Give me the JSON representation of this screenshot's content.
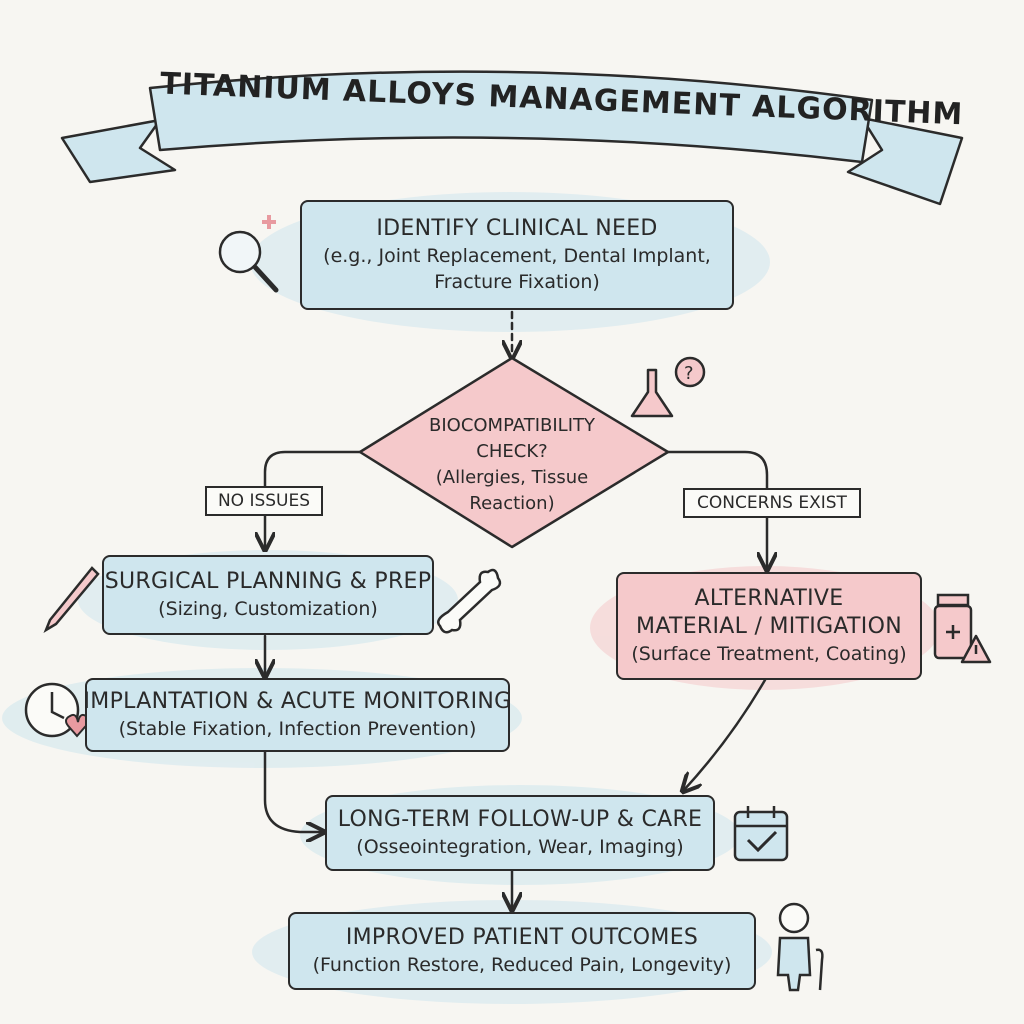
{
  "title": "TITANIUM ALLOYS MANAGEMENT ALGORITHM",
  "nodes": {
    "identify": {
      "title": "IDENTIFY CLINICAL NEED",
      "sub1": "(e.g., Joint Replacement, Dental Implant,",
      "sub2": "Fracture Fixation)"
    },
    "decision": {
      "line1": "BIOCOMPATIBILITY",
      "line2": "CHECK?",
      "line3": "(Allergies, Tissue",
      "line4": "Reaction)"
    },
    "surgical": {
      "title": "SURGICAL PLANNING & PREP",
      "sub": "(Sizing, Customization)"
    },
    "alternative": {
      "title1": "ALTERNATIVE",
      "title2": "MATERIAL / MITIGATION",
      "sub": "(Surface Treatment, Coating)"
    },
    "implantation": {
      "title": "IMPLANTATION & ACUTE MONITORING",
      "sub": "(Stable Fixation, Infection Prevention)"
    },
    "followup": {
      "title": "LONG-TERM FOLLOW-UP & CARE",
      "sub": "(Osseointegration, Wear, Imaging)"
    },
    "outcomes": {
      "title": "IMPROVED PATIENT OUTCOMES",
      "sub": "(Function Restore, Reduced Pain, Longevity)"
    }
  },
  "branch_labels": {
    "no_issues": "NO ISSUES",
    "concerns": "CONCERNS EXIST"
  },
  "icons": [
    "magnifier-plus-icon",
    "flask-question-icon",
    "scalpel-icon",
    "bone-icon",
    "medicine-bottle-warning-icon",
    "clock-heart-icon",
    "calendar-check-icon",
    "person-cane-icon"
  ],
  "colors": {
    "blue_fill": "#cfe6ee",
    "pink_fill": "#f5c9cb",
    "ink": "#2b2b2b",
    "background": "#f7f6f2"
  }
}
